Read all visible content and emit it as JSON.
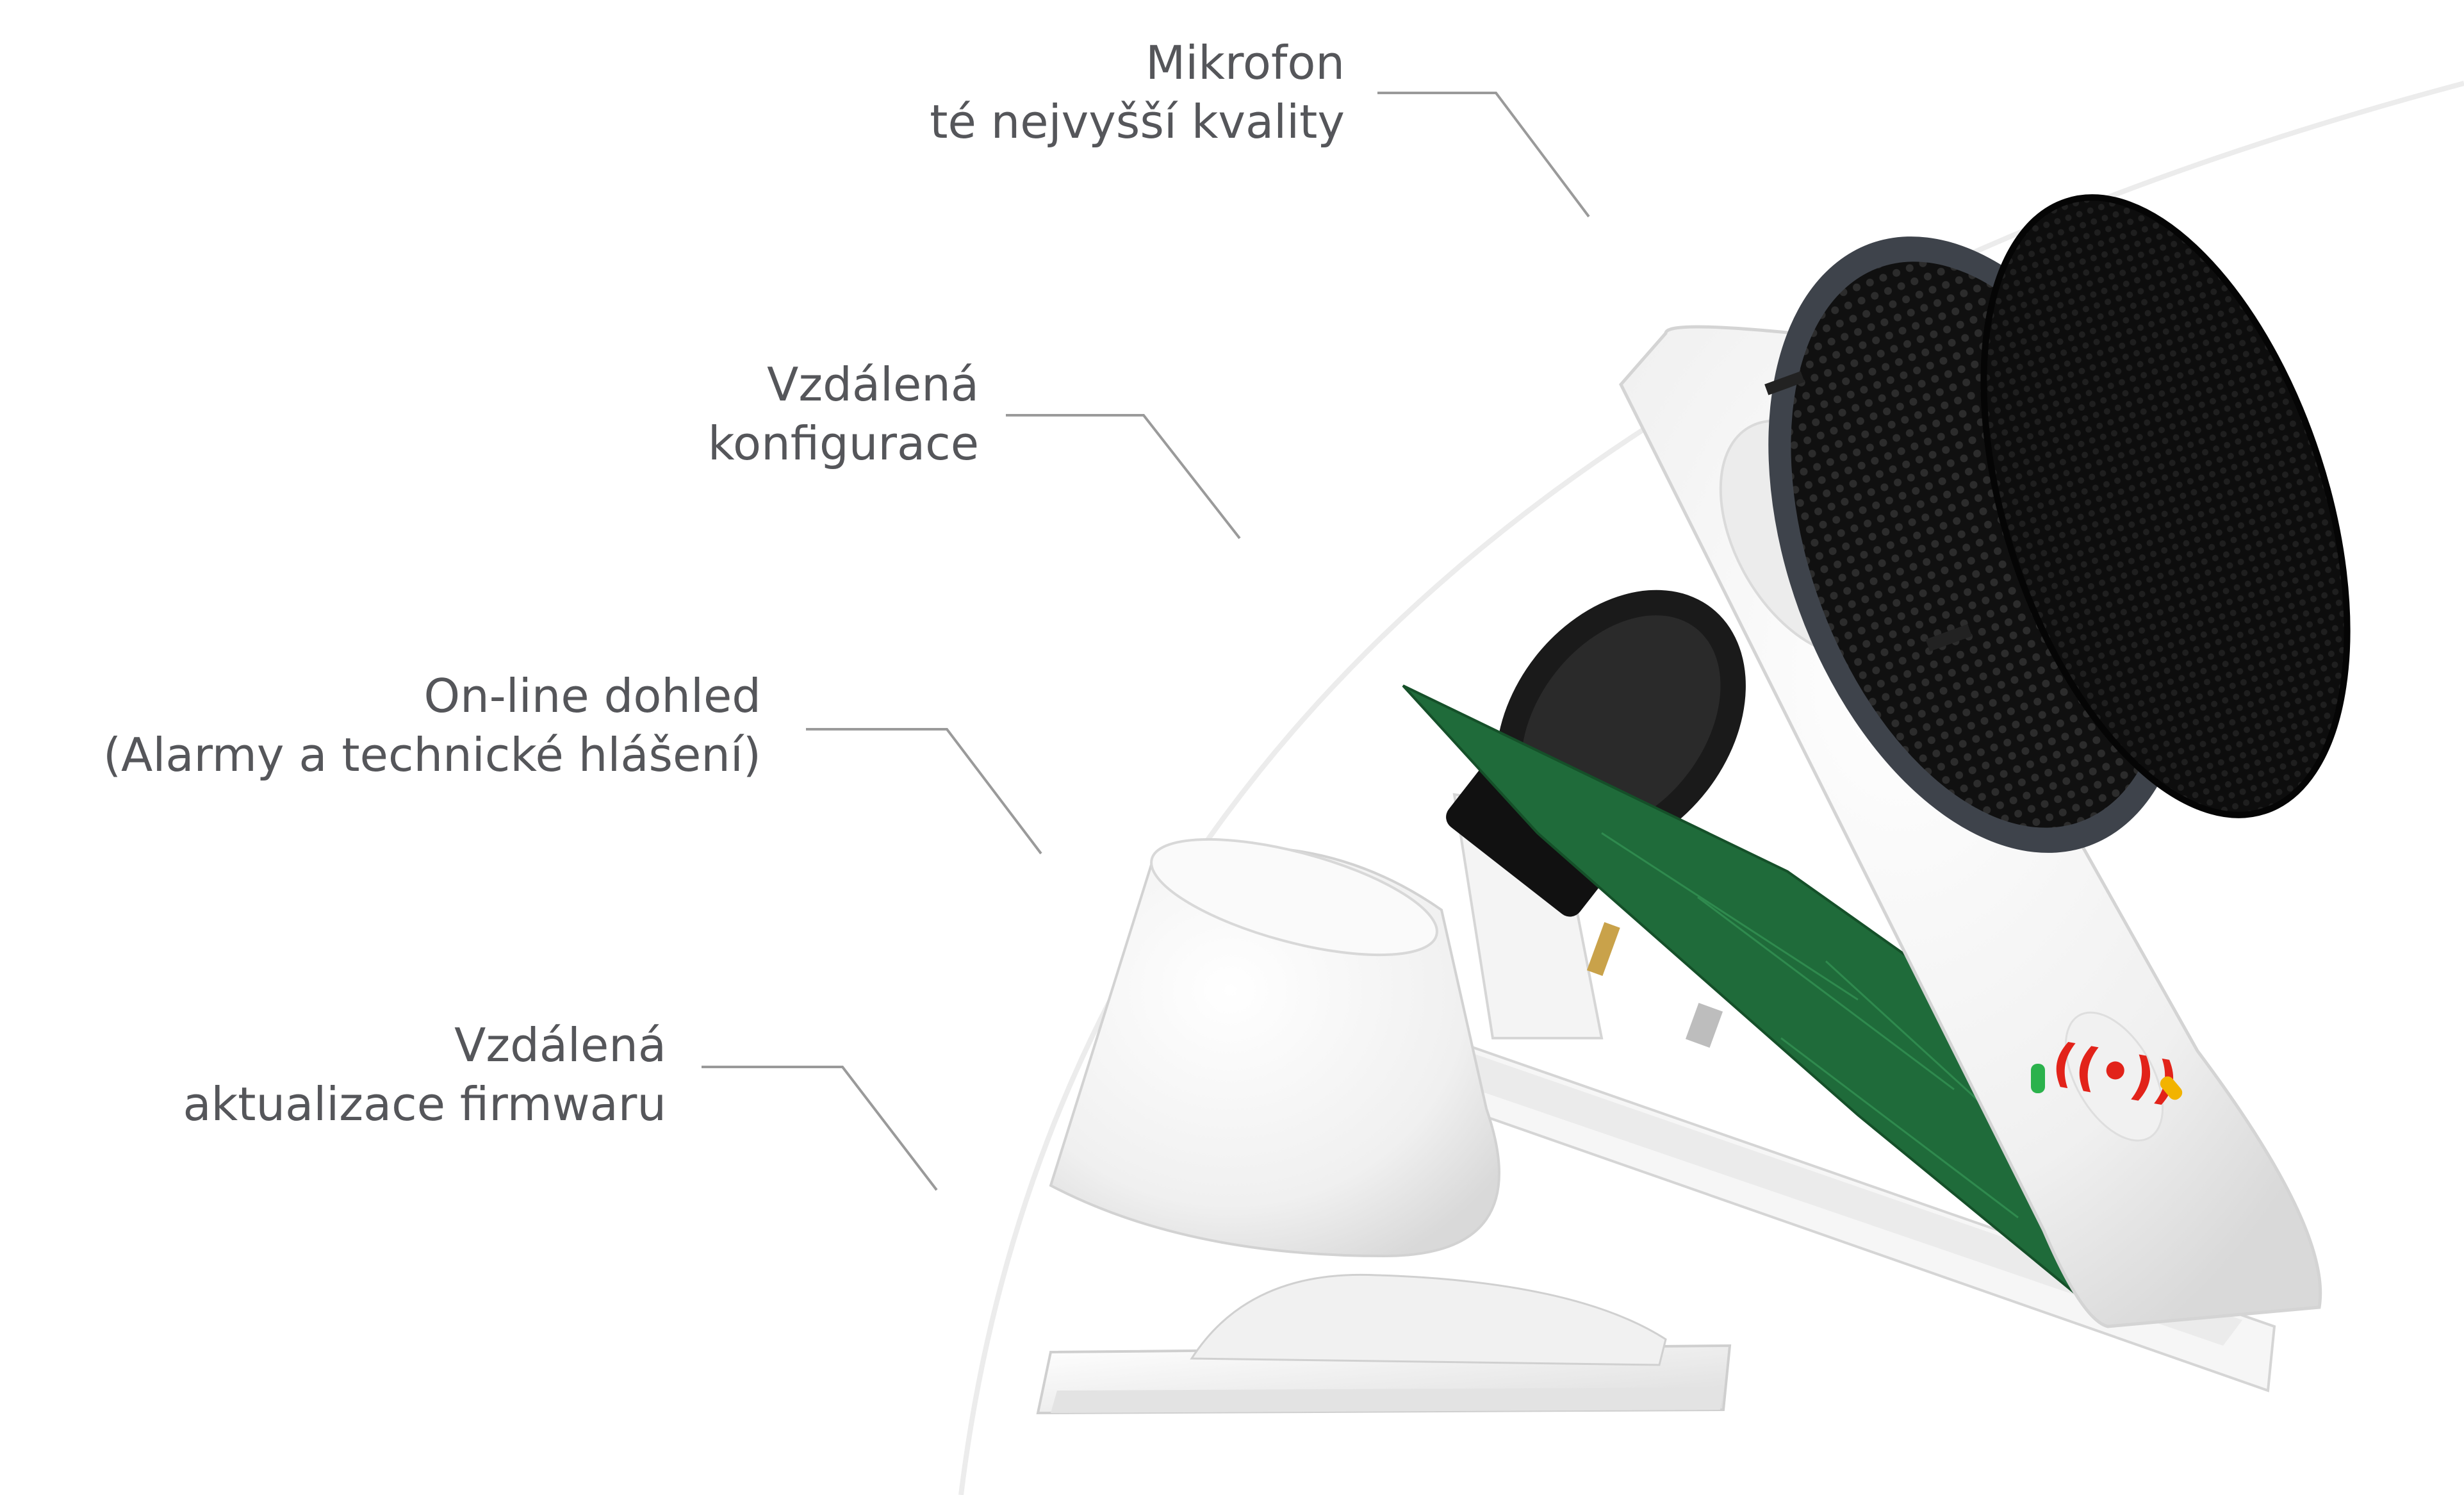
{
  "callouts": [
    {
      "id": "microphone",
      "line1": "Mikrofon",
      "line2": "té nejvyšší kvality"
    },
    {
      "id": "config",
      "line1": "Vzdálená",
      "line2": "konfigurace"
    },
    {
      "id": "monitoring",
      "line1": "On-line dohled",
      "line2": "(Alarmy a technické hlášení)"
    },
    {
      "id": "firmware",
      "line1": "Vzdálená",
      "line2": "aktualizace firmwaru"
    }
  ],
  "colors": {
    "label_text": "#55565a",
    "leader_line": "#9a9a9a",
    "arc": "#ececec",
    "pcb_green": "#1f6b3a",
    "speaker_grille": "#141414",
    "grille_ring": "#3e434b",
    "housing_white": "#f4f4f4",
    "led_green": "#2bb24c",
    "led_red": "#e2231a",
    "led_yellow": "#f2b300"
  },
  "device_icons": [
    "speaker-icon",
    "microphone-grille-icon",
    "pcb-board-icon",
    "alarm-button-icon"
  ]
}
